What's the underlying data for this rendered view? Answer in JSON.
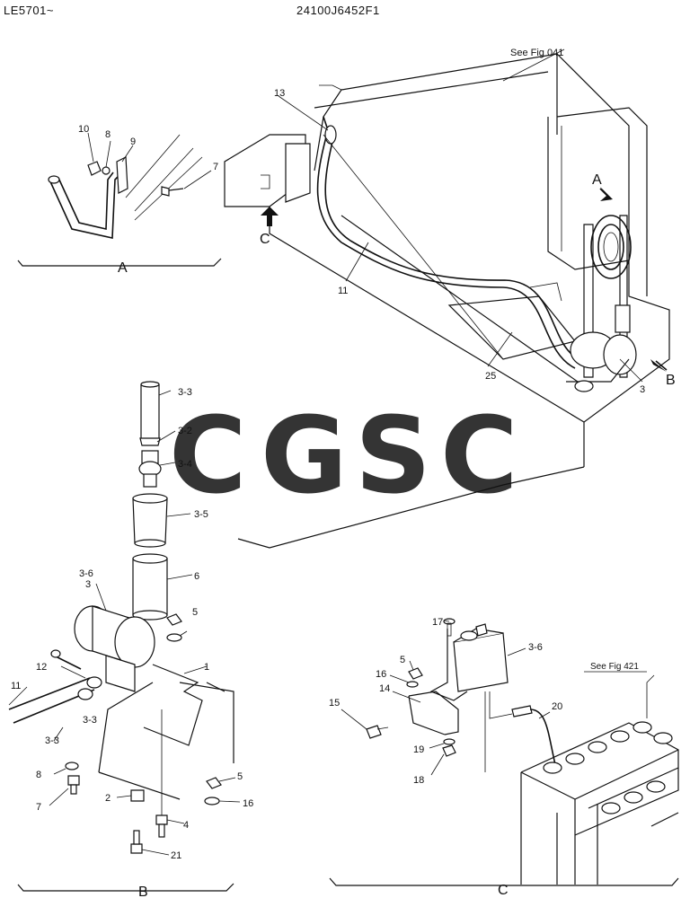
{
  "header": {
    "model_range": "LE5701~",
    "drawing_number": "24100J6452F1"
  },
  "references": {
    "fig_041": "See Fig 041",
    "fig_421": "See Fig 421"
  },
  "sections": {
    "a": "A",
    "b": "B",
    "c": "C"
  },
  "arrows": {
    "a": "A",
    "b": "B",
    "c": "C"
  },
  "labels": {
    "p10": "10",
    "p8a": "8",
    "p9": "9",
    "p7a": "7",
    "p13": "13",
    "p11a": "11",
    "p25": "25",
    "p3a": "3",
    "p3_3a": "3-3",
    "p3_2": "3-2",
    "p3_4": "3-4",
    "p3_5": "3-5",
    "p6": "6",
    "p3_6a": "3-6",
    "p3b": "3",
    "p5a": "5",
    "p1": "1",
    "p12": "12",
    "p11b": "11",
    "p3_3b": "3-3",
    "p3_3c": "3-3",
    "p8b": "8",
    "p7b": "7",
    "p2": "2",
    "p5b": "5",
    "p16a": "16",
    "p4": "4",
    "p21": "21",
    "p17": "17",
    "p3_6b": "3-6",
    "p5c": "5",
    "p16b": "16",
    "p14": "14",
    "p15": "15",
    "p19": "19",
    "p18": "18",
    "p20": "20"
  },
  "watermark": {
    "letters": [
      "C",
      "G",
      "S",
      "C"
    ],
    "colors": [
      "#5aa0f0",
      "#f08a8a",
      "#f5d36a",
      "#6dbf8f"
    ]
  }
}
